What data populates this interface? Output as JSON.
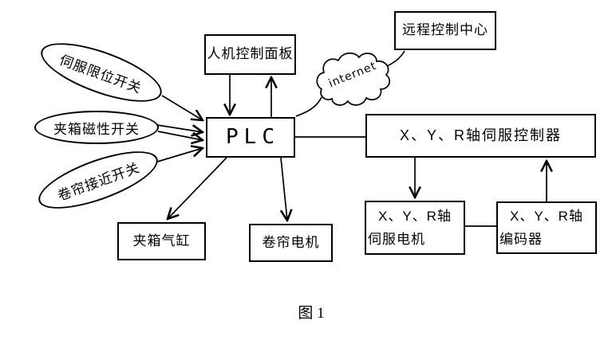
{
  "figure_caption": "图 1",
  "colors": {
    "line": "#000000",
    "background": "#ffffff",
    "text": "#000000"
  },
  "nodes": {
    "hmi_panel": {
      "label": "人机控制面板"
    },
    "remote_center": {
      "label": "远程控制中心"
    },
    "plc": {
      "label": "PLC"
    },
    "internet_cloud": {
      "label": "internet"
    },
    "servo_controller": {
      "label": "X、Y、R轴伺服控制器"
    },
    "servo_motor": {
      "label_line1": "X、Y、R轴",
      "label_line2": "伺服电机"
    },
    "encoder": {
      "label_line1": "X、Y、R轴",
      "label_line2": "编码器"
    },
    "clamp_cylinder": {
      "label": "夹箱气缸"
    },
    "curtain_motor": {
      "label": "卷帘电机"
    },
    "servo_limit_switch": {
      "label": "伺服限位开关"
    },
    "clamp_magnetic_switch": {
      "label": "夹箱磁性开关"
    },
    "curtain_proximity_switch": {
      "label": "卷帘接近开关"
    }
  },
  "edges": [
    {
      "from": "hmi_panel",
      "to": "plc",
      "type": "arrow"
    },
    {
      "from": "plc",
      "to": "hmi_panel",
      "type": "arrow"
    },
    {
      "from": "servo_limit_switch",
      "to": "plc",
      "type": "arrow"
    },
    {
      "from": "clamp_magnetic_switch",
      "to": "plc",
      "type": "arrow",
      "count": 2
    },
    {
      "from": "curtain_proximity_switch",
      "to": "plc",
      "type": "arrow"
    },
    {
      "from": "plc",
      "to": "clamp_cylinder",
      "type": "arrow"
    },
    {
      "from": "plc",
      "to": "curtain_motor",
      "type": "arrow"
    },
    {
      "from": "plc",
      "to": "servo_controller",
      "type": "line"
    },
    {
      "from": "servo_controller",
      "to": "servo_motor",
      "type": "arrow"
    },
    {
      "from": "encoder",
      "to": "servo_controller",
      "type": "arrow"
    },
    {
      "from": "servo_motor",
      "to": "encoder",
      "type": "line"
    },
    {
      "from": "plc",
      "to": "internet_cloud",
      "type": "curve"
    },
    {
      "from": "internet_cloud",
      "to": "remote_center",
      "type": "curve"
    }
  ]
}
